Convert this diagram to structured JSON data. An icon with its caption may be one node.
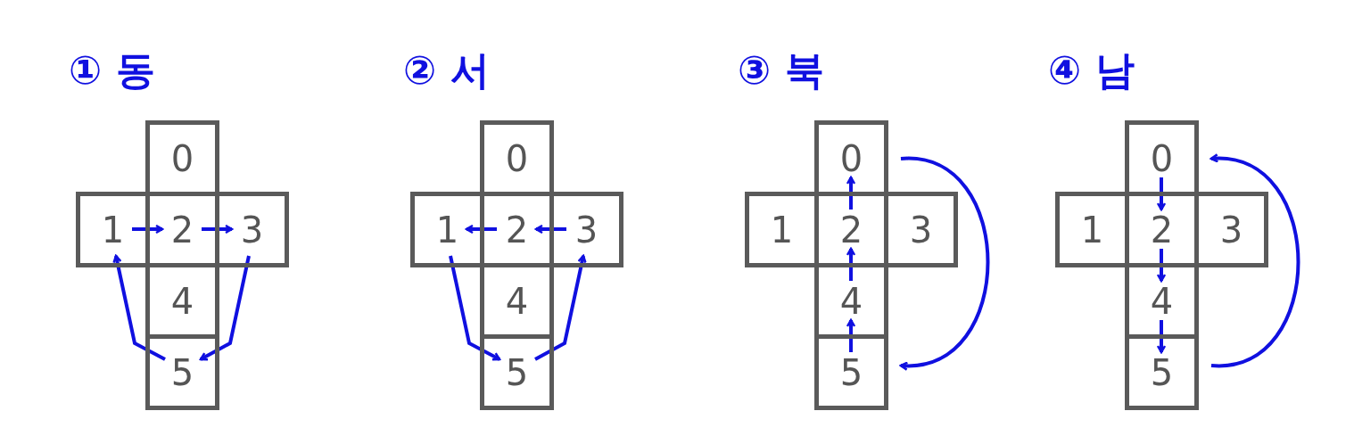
{
  "diagram": {
    "nodes": [
      {
        "text": [
          "0"
        ]
      },
      {
        "text": [
          "1"
        ]
      },
      {
        "text": [
          "2"
        ]
      },
      {
        "text": [
          "3"
        ]
      },
      {
        "text": [
          "4"
        ]
      },
      {
        "text": [
          "5"
        ]
      },
      {
        "text": [
          "0"
        ]
      },
      {
        "text": [
          "1"
        ]
      },
      {
        "text": [
          "2"
        ]
      },
      {
        "text": [
          "3"
        ]
      },
      {
        "text": [
          "4"
        ]
      },
      {
        "text": [
          "5"
        ]
      },
      {
        "text": [
          "0"
        ]
      },
      {
        "text": [
          "1"
        ]
      },
      {
        "text": [
          "2"
        ]
      },
      {
        "text": [
          "3"
        ]
      },
      {
        "text": [
          "4"
        ]
      },
      {
        "text": [
          "5"
        ]
      },
      {
        "text": [
          "0"
        ]
      },
      {
        "text": [
          "1"
        ]
      },
      {
        "text": [
          "2"
        ]
      },
      {
        "text": [
          "3"
        ]
      },
      {
        "text": [
          "4"
        ]
      },
      {
        "text": [
          "5"
        ]
      }
    ],
    "edges": [
      {
        "from": 1,
        "to": 2,
        "arrow": "to"
      },
      {
        "from": 2,
        "to": 3,
        "arrow": "to"
      },
      {
        "from": 3,
        "to": 5,
        "arrow": "to"
      },
      {
        "from": 5,
        "to": 1,
        "arrow": "to"
      },
      {
        "from": 9,
        "to": 8,
        "arrow": "to"
      },
      {
        "from": 8,
        "to": 7,
        "arrow": "to"
      },
      {
        "from": 7,
        "to": 11,
        "arrow": "to"
      },
      {
        "from": 11,
        "to": 9,
        "arrow": "to"
      },
      {
        "from": 17,
        "to": 16,
        "arrow": "to"
      },
      {
        "from": 16,
        "to": 14,
        "arrow": "to"
      },
      {
        "from": 14,
        "to": 12,
        "arrow": "to"
      },
      {
        "from": 12,
        "to": 17,
        "arrow": "to"
      },
      {
        "from": 18,
        "to": 20,
        "arrow": "to"
      },
      {
        "from": 20,
        "to": 22,
        "arrow": "to"
      },
      {
        "from": 22,
        "to": 23,
        "arrow": "to"
      },
      {
        "from": 23,
        "to": 18,
        "arrow": "to"
      }
    ],
    "labels": [
      "① 동",
      "② 서",
      "③ 북",
      "④ 남"
    ]
  }
}
